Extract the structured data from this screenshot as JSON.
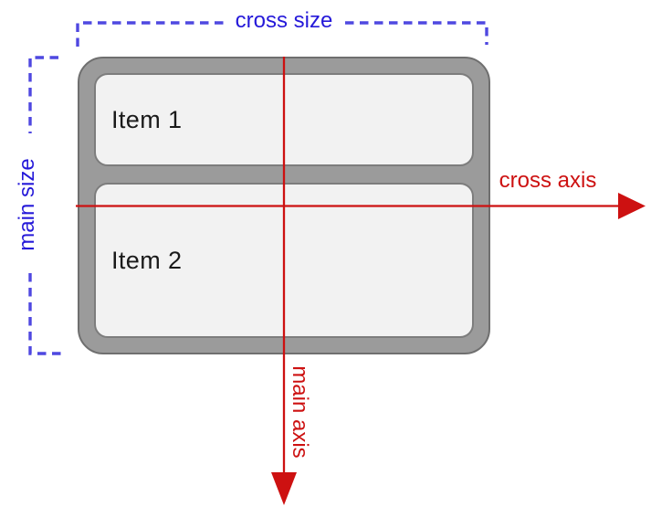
{
  "diagram": {
    "flex_container": {
      "items": [
        {
          "label": "Item 1"
        },
        {
          "label": "Item 2"
        }
      ]
    },
    "annotations": {
      "cross_size_label": "cross size",
      "main_size_label": "main size",
      "cross_axis_label": "cross axis",
      "main_axis_label": "main axis"
    },
    "icons": {
      "cross_axis_arrowhead": "right-arrowhead",
      "main_axis_arrowhead": "down-arrowhead"
    },
    "colors": {
      "size_label_blue": "#2519d9",
      "bracket_dash_blue": "#4f48e0",
      "axis_red": "#cd1111",
      "container_fill": "#9b9b9b",
      "container_stroke": "#6f6f6f",
      "item_fill": "#f2f2f2",
      "item_stroke": "#7d7d7d",
      "item_text": "#1a1a1a"
    }
  }
}
